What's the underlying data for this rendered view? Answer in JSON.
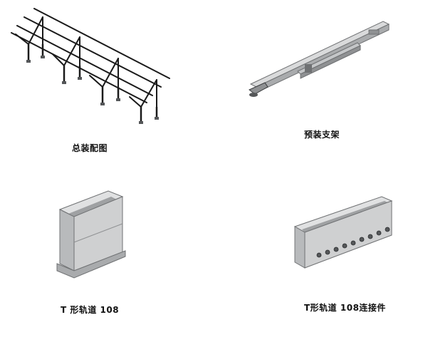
{
  "captions": {
    "assembly": "总装配图",
    "preassembled_bracket": "预装支架",
    "t_rail": "T 形轨道 108",
    "t_rail_connector": "T形轨道 108连接件"
  },
  "colors": {
    "metal_light": "#d9dadb",
    "metal_mid": "#a9abad",
    "metal_dark": "#6f7173",
    "frame_line": "#1a1a1a",
    "bolt": "#555759"
  }
}
